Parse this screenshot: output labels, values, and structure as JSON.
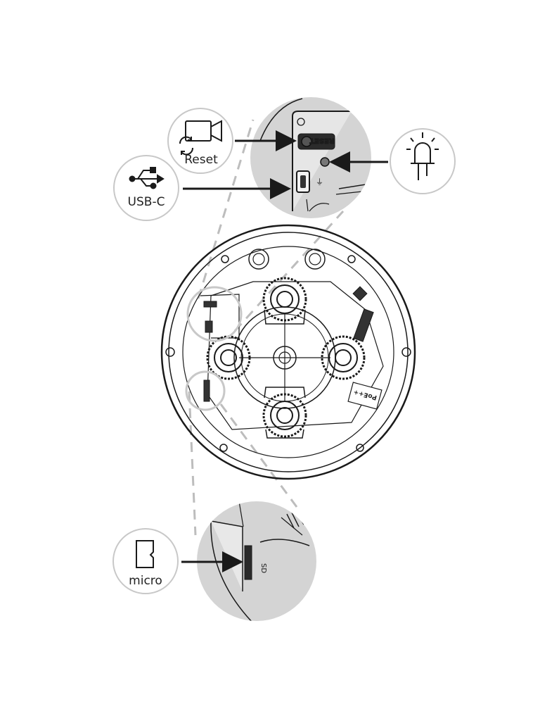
{
  "callouts": {
    "reset": {
      "label": "Reset",
      "icon": "camera-reset-icon"
    },
    "usb": {
      "label": "USB-C",
      "icon": "usb-icon"
    },
    "led": {
      "icon": "led-icon"
    },
    "micro": {
      "label": "micro",
      "icon": "microsd-card-icon"
    }
  },
  "device_labels": {
    "reset_button": "RESET",
    "poe": "PoE++"
  },
  "colors": {
    "line": "#1a1a1a",
    "zoom_fill": "#d4d4d4",
    "circle_stroke": "#c8c8c8",
    "dashed": "#bdbdbd"
  }
}
